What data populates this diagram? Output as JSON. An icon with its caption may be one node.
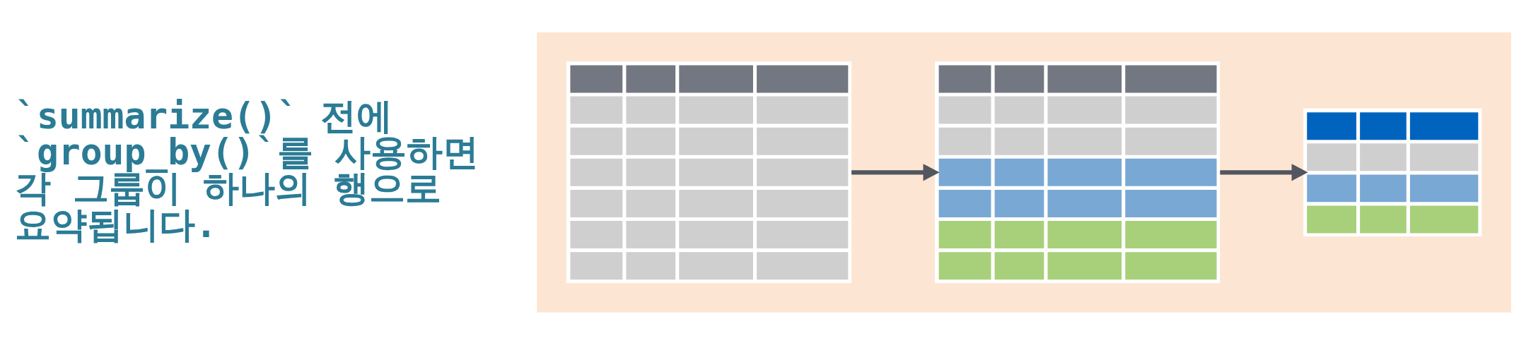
{
  "diagram": {
    "nodes": [
      {
        "text": [],
        "shape": "box"
      },
      {
        "text": [],
        "shape": "table",
        "in": 0
      },
      {
        "text": [],
        "shape": "table",
        "in": 0
      },
      {
        "text": [],
        "shape": "table",
        "in": 0
      }
    ],
    "edges": [
      {
        "from": 1,
        "to": 2,
        "arrow": "to"
      },
      {
        "from": 2,
        "to": 3,
        "arrow": "to"
      }
    ],
    "labels": [
      "`summarize()` 전에 `group_by()`를 사용하면 각 그룹이 하나의 행으로 요약됩니다."
    ]
  }
}
